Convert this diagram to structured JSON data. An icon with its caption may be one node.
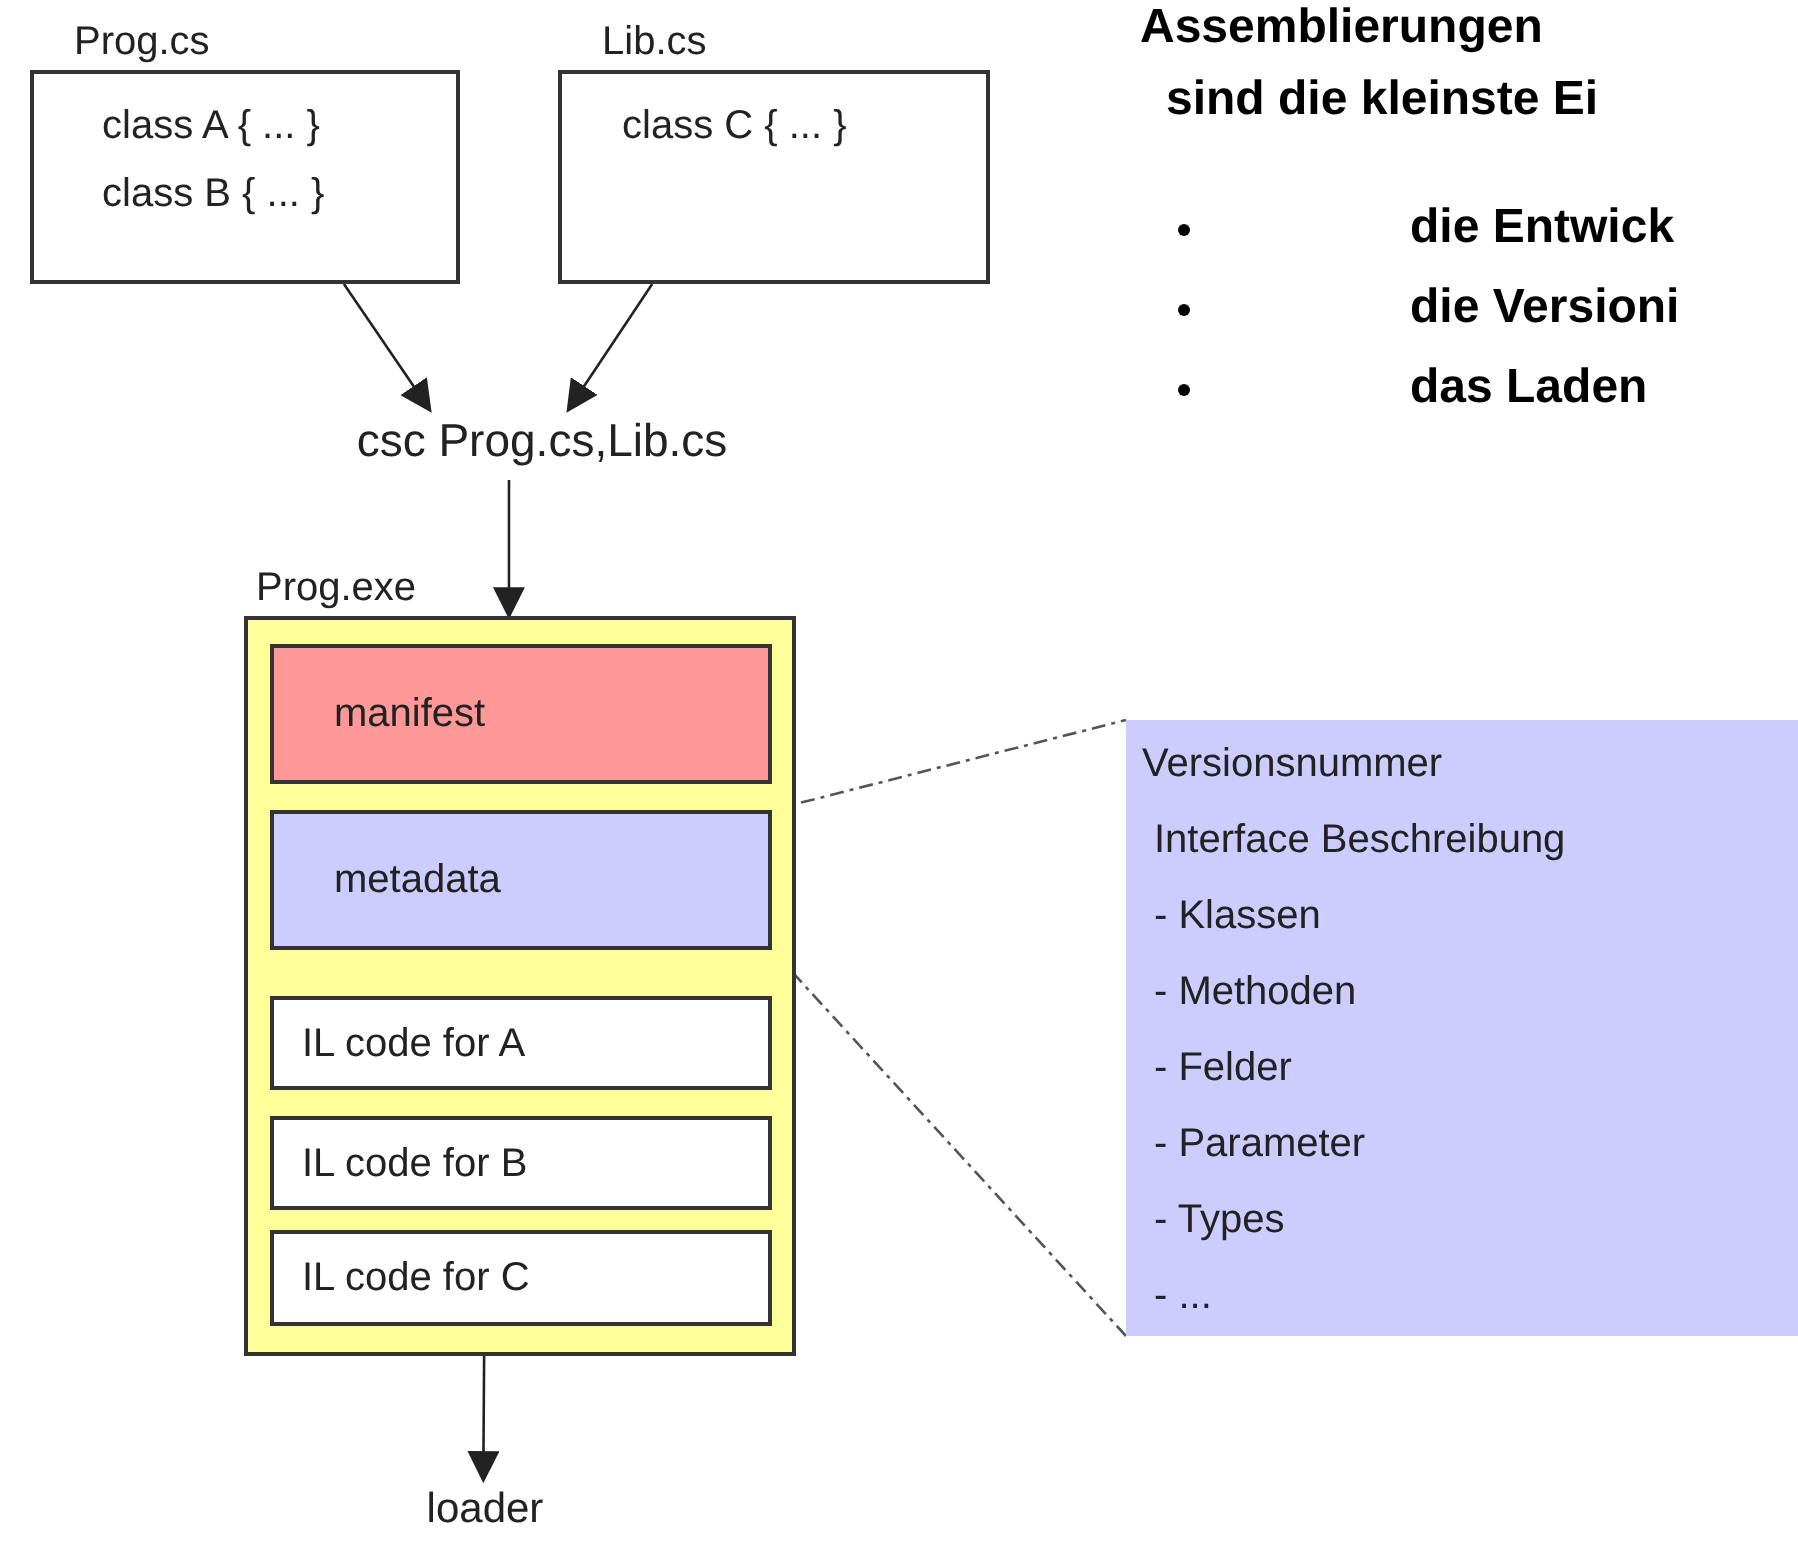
{
  "diagram": {
    "nodes": [
      {
        "text": [
          "Prog.cs",
          "class A { ... }",
          "class B { ... }"
        ]
      },
      {
        "text": [
          "Lib.cs",
          "class C { ... }"
        ]
      },
      {
        "text": [
          "csc Prog.cs,Lib.cs"
        ]
      },
      {
        "text": [
          "Prog.exe"
        ]
      },
      {
        "text": [
          "manifest"
        ],
        "in": 3
      },
      {
        "text": [
          "metadata"
        ],
        "in": 3
      },
      {
        "text": [
          "IL code for A"
        ],
        "in": 3
      },
      {
        "text": [
          "IL code for B"
        ],
        "in": 3
      },
      {
        "text": [
          "IL code for C"
        ],
        "in": 3
      },
      {
        "text": [
          "loader"
        ]
      },
      {
        "text": [
          "Versionsnummer",
          "Interface Beschreibung",
          "- Klassen",
          "- Methoden",
          "- Felder",
          "- Parameter",
          "- Types",
          "- ..."
        ]
      }
    ],
    "edges": [
      {
        "from": 0,
        "to": 2,
        "arrow": "to"
      },
      {
        "from": 1,
        "to": 2,
        "arrow": "to"
      },
      {
        "from": 2,
        "to": 3,
        "arrow": "to"
      },
      {
        "from": 3,
        "to": 9,
        "arrow": "to"
      },
      {
        "from": 5,
        "to": 10,
        "arrow": "none",
        "style": "dashed",
        "color": "#555555"
      },
      {
        "from": 5,
        "to": 10,
        "arrow": "none",
        "style": "dashed",
        "color": "#555555"
      }
    ],
    "labels": [
      "Assemblierungen",
      "sind die kleinste Ei",
      "die Entwick",
      "die Versioni",
      "das Laden"
    ]
  }
}
